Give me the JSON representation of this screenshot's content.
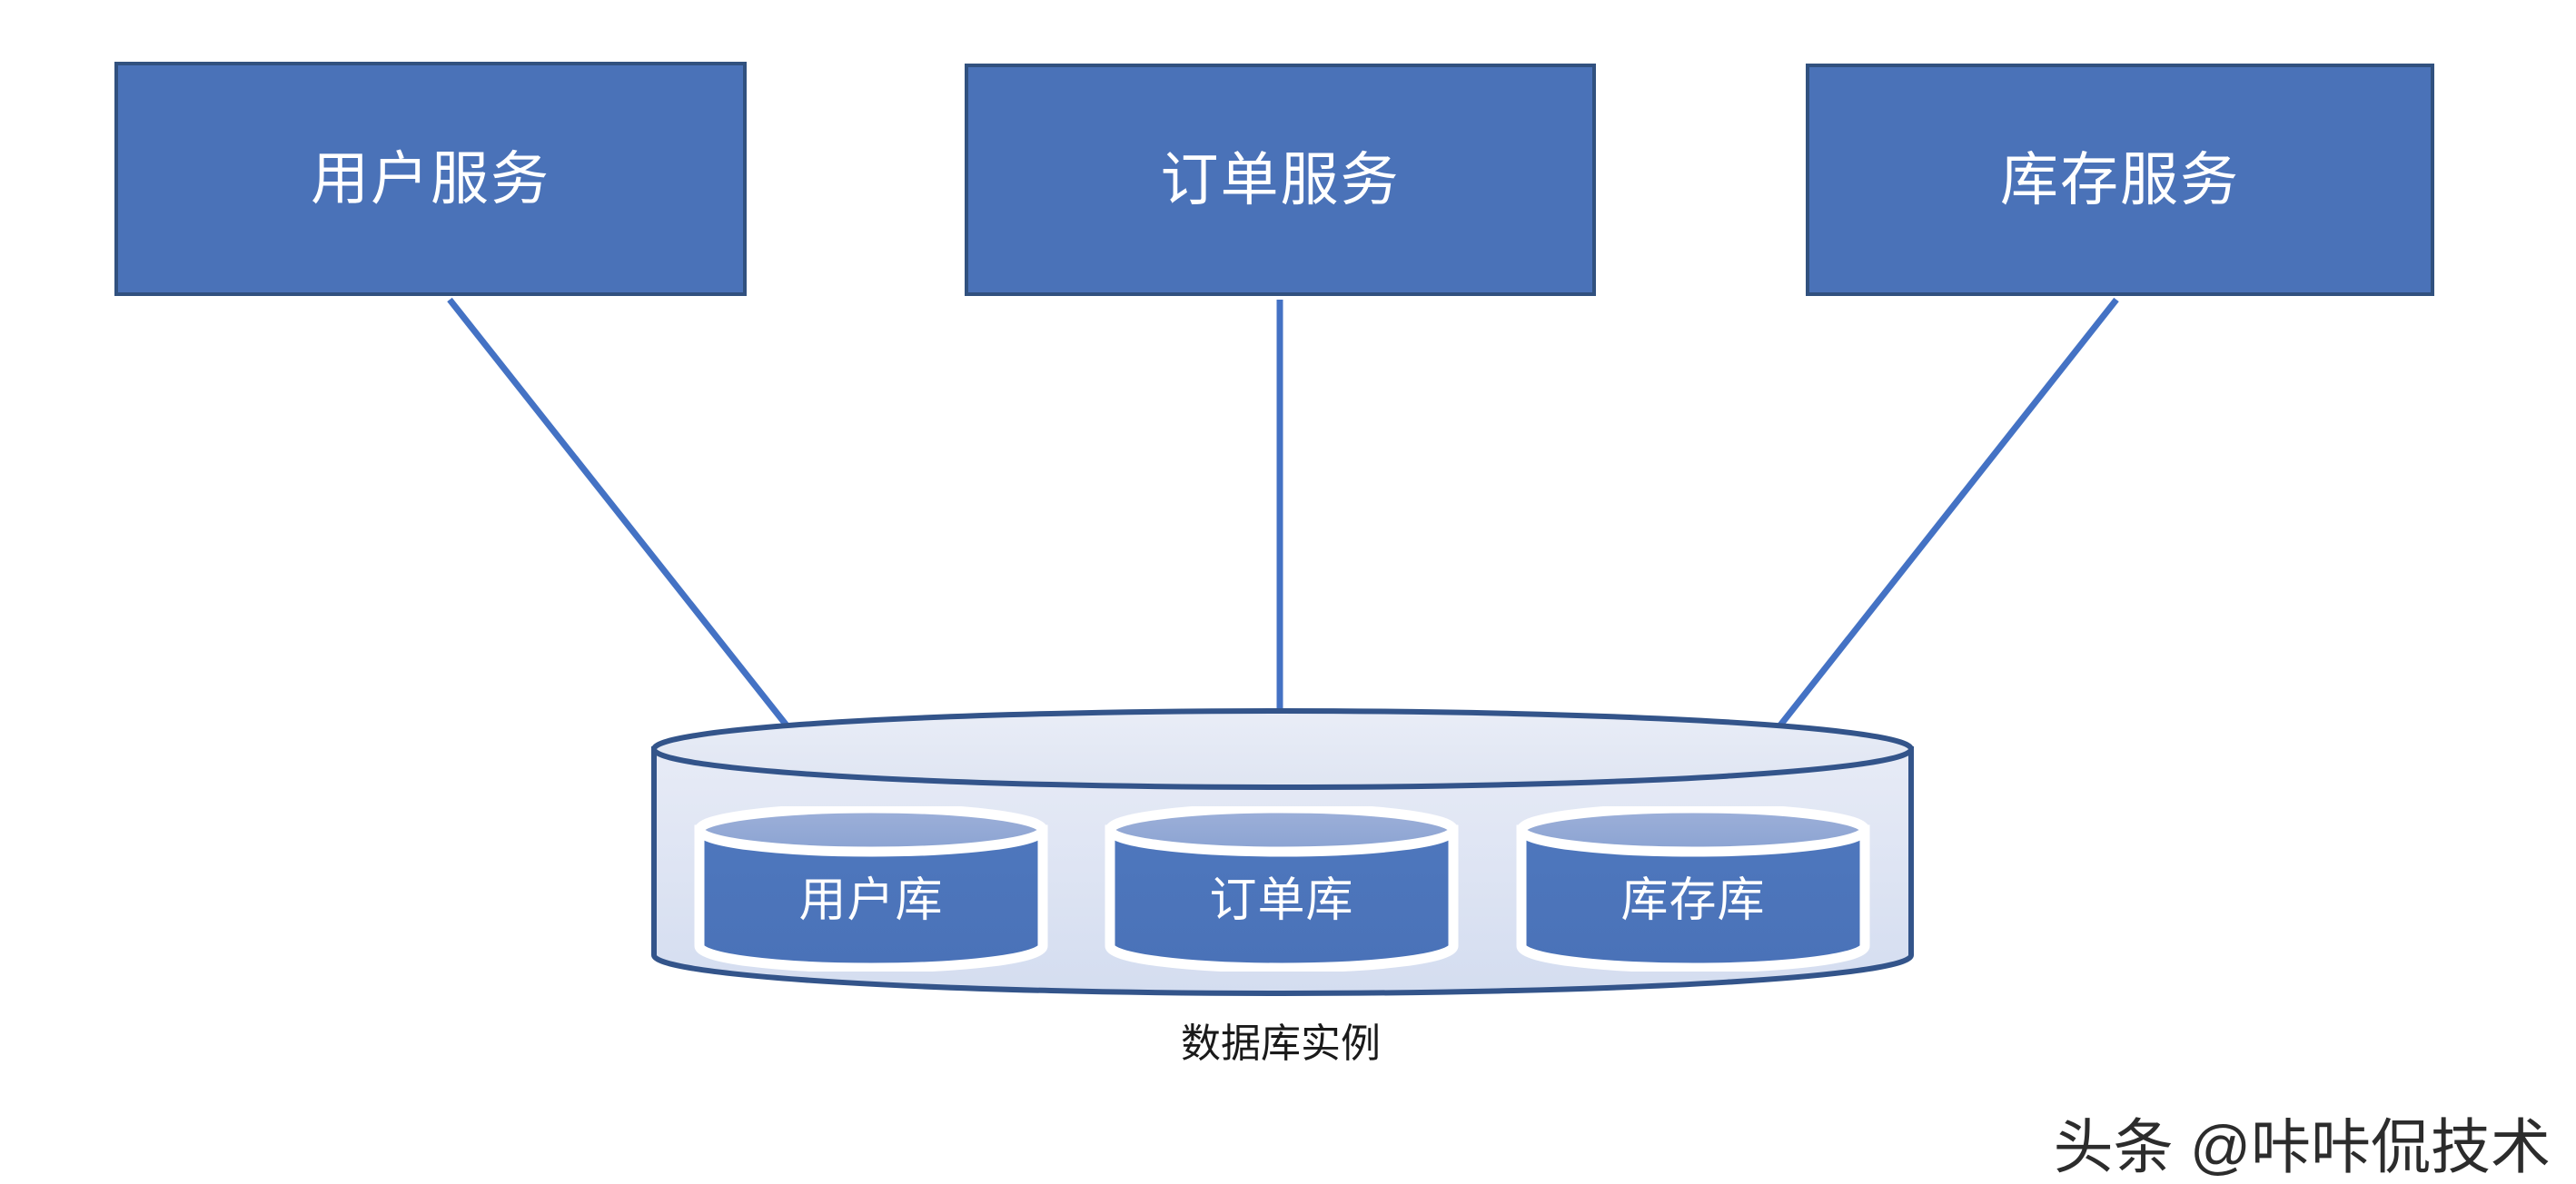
{
  "diagram": {
    "title_caption": "数据库实例",
    "watermark": "头条 @咔咔侃技术",
    "colors": {
      "service_fill": "#4a72b8",
      "service_border": "#31517f",
      "arrow": "#4472c4",
      "outer_cylinder_fill": "#dfe5f2",
      "outer_cylinder_border": "#33548a",
      "inner_cylinder_fill": "#4a72b8",
      "inner_cylinder_top": "#93a9d6",
      "inner_cylinder_outline": "#ffffff",
      "background": "#ffffff",
      "caption_text": "#1a1a1a"
    },
    "services": [
      {
        "label": "用户服务"
      },
      {
        "label": "订单服务"
      },
      {
        "label": "库存服务"
      }
    ],
    "databases": [
      {
        "label": "用户库"
      },
      {
        "label": "订单库"
      },
      {
        "label": "库存库"
      }
    ],
    "connections": [
      {
        "from": "用户服务",
        "to": "用户库"
      },
      {
        "from": "订单服务",
        "to": "订单库"
      },
      {
        "from": "库存服务",
        "to": "库存库"
      }
    ]
  }
}
